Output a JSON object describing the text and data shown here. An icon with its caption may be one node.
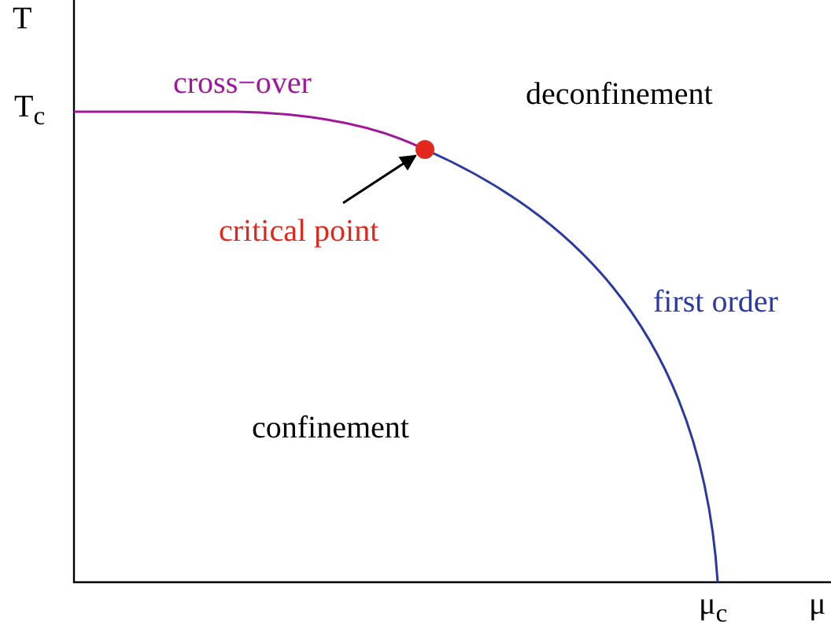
{
  "diagram": {
    "nodes": [
      {
        "text": [
          "critical point"
        ]
      },
      {
        "text": [],
        "shape": "circle"
      }
    ],
    "edges": [
      {
        "from": 0,
        "to": 1,
        "arrow": "to"
      }
    ],
    "labels": [
      "T",
      "T$_{c}$",
      "cross−over",
      "deconfinement",
      "first order",
      "confinement",
      "μ$_{c}$",
      "μ"
    ]
  }
}
